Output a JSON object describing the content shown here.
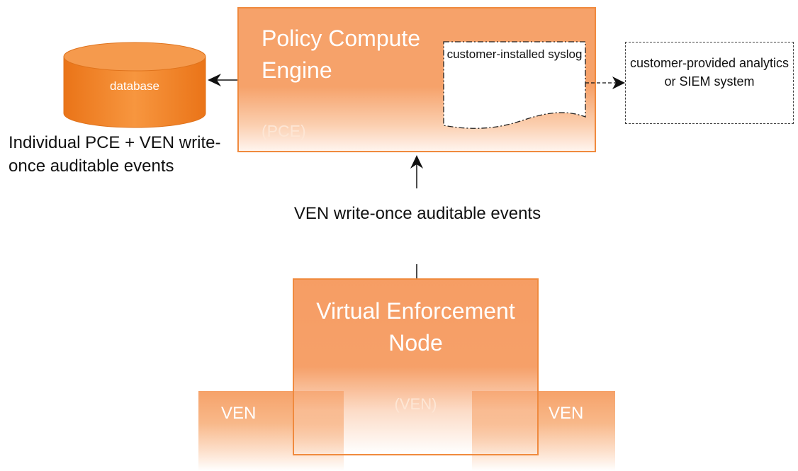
{
  "pce": {
    "title": "Policy Compute Engine",
    "abbr": "(PCE)"
  },
  "syslog": {
    "text": "customer-installed syslog"
  },
  "siem": {
    "text": "customer-provided analytics or SIEM system"
  },
  "database": {
    "label": "database"
  },
  "labels": {
    "individual_events": "Individual PCE + VEN write-once auditable events",
    "ven_events": "VEN write-once auditable events"
  },
  "ven": {
    "title": "Virtual Enforcement Node",
    "abbr": "(VEN)",
    "left_label": "VEN",
    "right_label": "VEN"
  },
  "colors": {
    "orange": "#f6a26a",
    "orange_border": "#f08a3e",
    "db_orange": "#f07f22"
  }
}
